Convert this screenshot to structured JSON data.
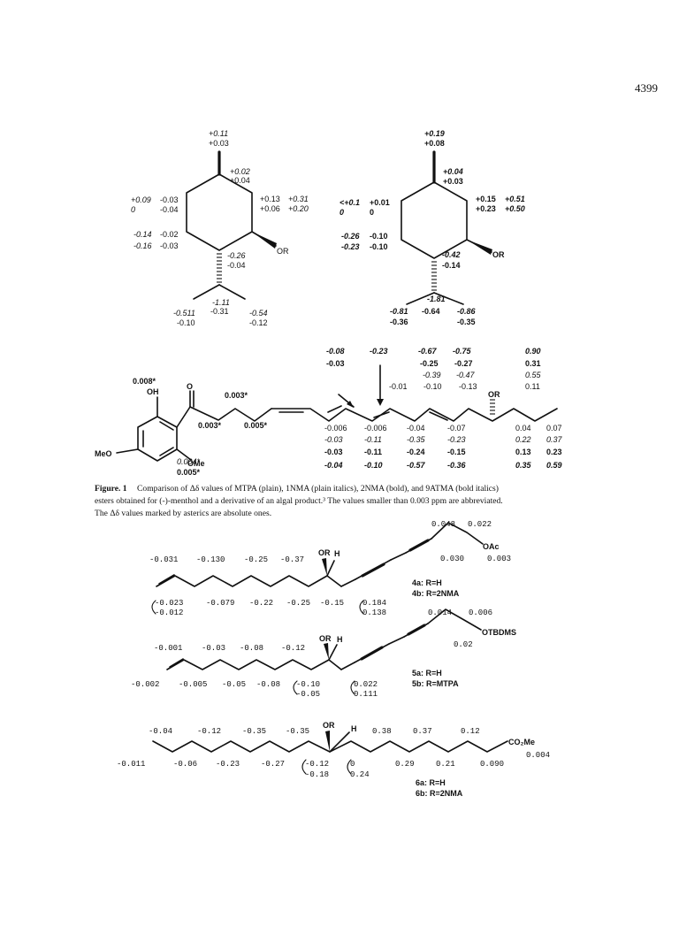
{
  "page_number": "4399",
  "labels": {
    "or": "OR",
    "oh": "OH",
    "h": "H",
    "o": "O",
    "meo": "MeO",
    "ome": "OMe",
    "oac": "OAc",
    "otbdms": "OTBDMS",
    "co2me": "CO₂Me"
  },
  "menthol1": {
    "top": [
      "+0.11",
      "+0.03"
    ],
    "ur": [
      "+0.02",
      "+0.04"
    ],
    "right": [
      "+0.13",
      "+0.31",
      "+0.06",
      "+0.20"
    ],
    "left": [
      "+0.09",
      "-0.03",
      "0",
      "-0.04"
    ],
    "ll": [
      "-0.14",
      "-0.02",
      "-0.16",
      "-0.03"
    ],
    "c1": [
      "-0.26",
      "-0.04"
    ],
    "ch": [
      "-1.11",
      "-0.31"
    ],
    "me_left": [
      "-0.511",
      "-0.10"
    ],
    "me_right": [
      "-0.54",
      "-0.12"
    ]
  },
  "menthol2": {
    "top": [
      "+0.19",
      "+0.08"
    ],
    "ur": [
      "+0.04",
      "+0.03"
    ],
    "right": [
      "+0.15",
      "+0.51",
      "+0.23",
      "+0.50"
    ],
    "left": [
      "<+0.1",
      "+0.01",
      "0",
      "0"
    ],
    "ll": [
      "-0.26",
      "-0.10",
      "-0.23",
      "-0.10"
    ],
    "c1": [
      "-0.42",
      "-0.14"
    ],
    "ch": [
      "-1.81"
    ],
    "bottom": [
      "-0.81",
      "-0.64",
      "-0.86",
      "-0.36",
      "-0.35"
    ]
  },
  "algal": {
    "top_a": [
      "-0.08",
      "-0.23",
      "-0.67",
      "-0.75",
      "0.90"
    ],
    "top_b": [
      "-0.03",
      "-0.25",
      "-0.27",
      "0.31"
    ],
    "top_c": [
      "-0.39",
      "-0.47",
      "0.55"
    ],
    "top_d": [
      "-0.01",
      "-0.10",
      "-0.13",
      "0.11"
    ],
    "aryl_oh": "0.008*",
    "chain_top": "0.003*",
    "chain_low": [
      "0.003*",
      "0.005*"
    ],
    "b1": [
      "-0.006",
      "-0.006",
      "-0.04",
      "-0.07",
      "0.04",
      "0.07"
    ],
    "b2": [
      "-0.03",
      "-0.11",
      "-0.35",
      "-0.23",
      "0.22",
      "0.37"
    ],
    "b3": [
      "-0.03",
      "-0.11",
      "-0.24",
      "-0.15",
      "0.13",
      "0.23"
    ],
    "b4": [
      "-0.04",
      "-0.10",
      "-0.57",
      "-0.36",
      "0.35",
      "0.59"
    ],
    "ome": [
      "0.004*",
      "0.005*"
    ]
  },
  "caption": {
    "lead": "Figure. 1",
    "l1": "Comparison of Δδ values of MTPA (plain), 1NMA (plain italics), 2NMA (bold), and 9ATMA (bold italics)",
    "l2": "esters obtained for (-)-menthol and a derivative of an algal product.³ The values smaller than 0.003 ppm are abbreviated.",
    "l3": "The Δδ values marked by asterics are absolute ones."
  },
  "c4": {
    "top_right": [
      "0.048",
      "0.022"
    ],
    "mid_right": [
      "0.030",
      "0.003"
    ],
    "top": [
      "-0.031",
      "-0.130",
      "-0.25",
      "-0.37"
    ],
    "bottom": [
      "-0.079",
      "-0.22",
      "-0.25",
      "-0.15"
    ],
    "paren_left": [
      "-0.023",
      "-0.012"
    ],
    "paren_right": [
      "0.184",
      "0.138"
    ],
    "a": "4a: R=H",
    "b": "4b: R=2NMA"
  },
  "c5": {
    "top_right": [
      "0.014",
      "0.006"
    ],
    "mid_right": "0.02",
    "top": [
      "-0.001",
      "-0.03",
      "-0.08",
      "-0.12"
    ],
    "bottom": [
      "-0.002",
      "-0.005",
      "-0.05",
      "-0.08"
    ],
    "paren_left": [
      "-0.10",
      "-0.05"
    ],
    "paren_right": [
      "0.022",
      "0.111"
    ],
    "a": "5a: R=H",
    "b": "5b: R=MTPA"
  },
  "c6": {
    "top": [
      "-0.04",
      "-0.12",
      "-0.35",
      "-0.35",
      "0.38",
      "0.37",
      "0.12"
    ],
    "bottom": [
      "-0.011",
      "-0.06",
      "-0.23",
      "-0.27",
      "0.29",
      "0.21",
      "0.090"
    ],
    "end": "0.004",
    "paren_left": [
      "-0.12",
      "-0.18"
    ],
    "paren_right": [
      "0",
      "0.24"
    ],
    "a": "6a: R=H",
    "b": "6b: R=2NMA"
  }
}
